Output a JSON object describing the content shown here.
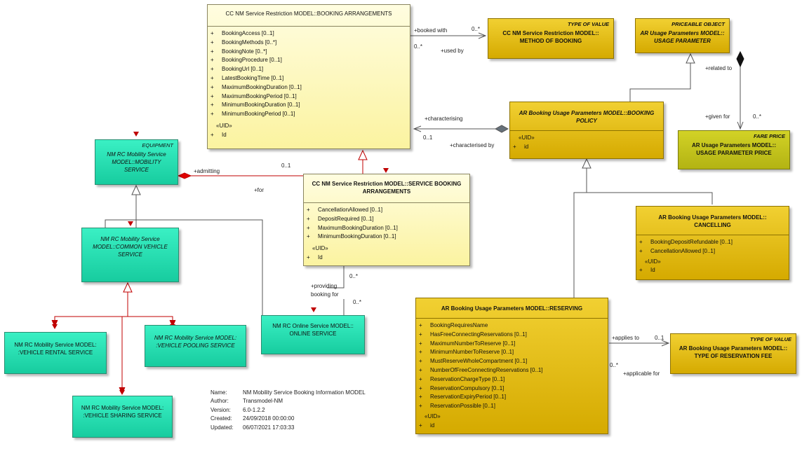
{
  "boxes": {
    "booking_arrangements": {
      "title": "CC NM Service Restriction MODEL::BOOKING ARRANGEMENTS",
      "attributes": [
        "BookingAccess [0..1]",
        "BookingMethods [0..*]",
        "BookingNote [0..*]",
        "BookingProcedure [0..1]",
        "BookingUrl [0..1]",
        "LatestBookingTime [0..1]",
        "MaximumBookingDuration [0..1]",
        "MaximumBookingPeriod [0..1]",
        "MinimumBookingDuration [0..1]",
        "MinimumBookingPeriod [0..1]"
      ],
      "uid_label": "«UID»",
      "uid_attr": "Id"
    },
    "method_of_booking": {
      "stereotype": "TYPE OF VALUE",
      "title": "CC NM Service Restriction MODEL:: METHOD OF BOOKING"
    },
    "usage_parameter": {
      "stereotype": "PRICEABLE OBJECT",
      "title": "AR Usage Parameters MODEL:: USAGE PARAMETER"
    },
    "booking_policy": {
      "title": "AR Booking Usage Parameters MODEL::BOOKING POLICY",
      "uid_label": "«UID»",
      "uid_attr": "id"
    },
    "usage_parameter_price": {
      "stereotype": "FARE PRICE",
      "title": "AR Usage Parameters MODEL:: USAGE PARAMETER PRICE"
    },
    "mobility_service": {
      "stereotype": "EQUIPMENT",
      "title": "NM RC Mobility Service MODEL::MOBILITY SERVICE"
    },
    "service_booking_arrangements": {
      "title": "CC NM Service Restriction MODEL::SERVICE BOOKING ARRANGEMENTS",
      "attributes": [
        "CancellationAllowed [0..1]",
        "DepositRequired [0..1]",
        "MaximumBookingDuration [0..1]",
        "MinimumBookingDuration [0..1]"
      ],
      "uid_label": "«UID»",
      "uid_attr": "Id"
    },
    "cancelling": {
      "title": "AR Booking Usage Parameters MODEL:: CANCELLING",
      "attributes": [
        "BookingDepositRefundable [0..1]",
        "CancellationAllowed [0..1]"
      ],
      "uid_label": "«UID»",
      "uid_attr": "Id"
    },
    "common_vehicle_service": {
      "title": "NM RC Mobility Service MODEL::COMMON VEHICLE SERVICE"
    },
    "online_service": {
      "title": "NM RC Online Service MODEL:: ONLINE SERVICE"
    },
    "reserving": {
      "title": "AR Booking Usage Parameters MODEL::RESERVING",
      "attributes": [
        "BookingRequiresName",
        "HasFreeConnectingReservations [0..1]",
        "MaximumNumberToReserve [0..1]",
        "MinimumNumberToReserve [0..1]",
        "MustReserveWholeCompartment [0..1]",
        "NumberOfFreeConnectingReservations [0..1]",
        "ReservationChargeType [0..1]",
        "ReservationCompulsory [0..1]",
        "ReservationExpiryPeriod [0..1]",
        "ReservationPossible [0..1]"
      ],
      "uid_label": "«UID»",
      "uid_attr": "id"
    },
    "type_of_reservation_fee": {
      "stereotype": "TYPE OF VALUE",
      "title": "AR Booking Usage Parameters MODEL:: TYPE OF RESERVATION FEE"
    },
    "vehicle_rental_service": {
      "title": "NM RC Mobility Service MODEL: :VEHICLE RENTAL SERVICE"
    },
    "vehicle_pooling_service": {
      "title": "NM RC Mobility Service MODEL: :VEHICLE POOLING SERVICE"
    },
    "vehicle_sharing_service": {
      "title": "NM RC Mobility Service MODEL: :VEHICLE SHARING SERVICE"
    }
  },
  "visibility_marker": "+",
  "link_labels": {
    "booked_with": "+booked with",
    "booked_with_mult": "0..*",
    "used_by": "+used by",
    "used_by_mult": "0..*",
    "related_to": "+related to",
    "given_for": "+given for",
    "given_for_mult": "0..*",
    "characterising": "+characterising",
    "characterising_mult": "0..1",
    "characterised_by": "+characterised by",
    "admitting": "+admitting",
    "admitting_mult": "0..1",
    "for": "+for",
    "providing": "+providing",
    "booking_for": "booking for",
    "providing_mult": "0..*",
    "online_mult": "0..*",
    "applies_to": "+applies to",
    "applies_to_mult": "0..1",
    "applicable_for": "+applicable for",
    "applicable_for_mult": "0..*"
  },
  "diagram_info": [
    {
      "key": "Name:",
      "value": "NM Mobility Service Booking Information MODEL"
    },
    {
      "key": "Author:",
      "value": "Transmodel-NM"
    },
    {
      "key": "Version:",
      "value": "6.0-1.2.2"
    },
    {
      "key": "Created:",
      "value": "24/09/2018 00:00:00"
    },
    {
      "key": "Updated:",
      "value": "06/07/2021 17:03:33"
    }
  ],
  "colors": {
    "yellow_class": "#fbf3a0",
    "gold_class": "#d5aa00",
    "green_class": "#17cc9f",
    "olive_class": "#b3b313",
    "red_link": "#c00000",
    "gray_link": "#555555"
  }
}
